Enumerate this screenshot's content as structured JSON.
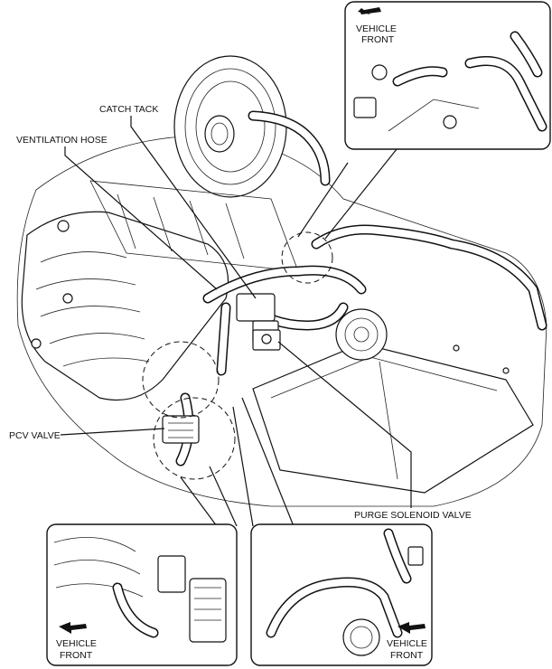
{
  "labels": {
    "catch_tank": "CATCH TACK",
    "ventilation_hose": "VENTILATION HOSE",
    "pcv_valve": "PCV VALVE",
    "purge_solenoid_valve": "PURGE SOLENOID VALVE"
  },
  "insets": {
    "top_right": {
      "line1": "VEHICLE",
      "line2": "FRONT"
    },
    "bottom_left": {
      "line1": "VEHICLE",
      "line2": "FRONT"
    },
    "bottom_right": {
      "line1": "VEHICLE",
      "line2": "FRONT"
    }
  }
}
